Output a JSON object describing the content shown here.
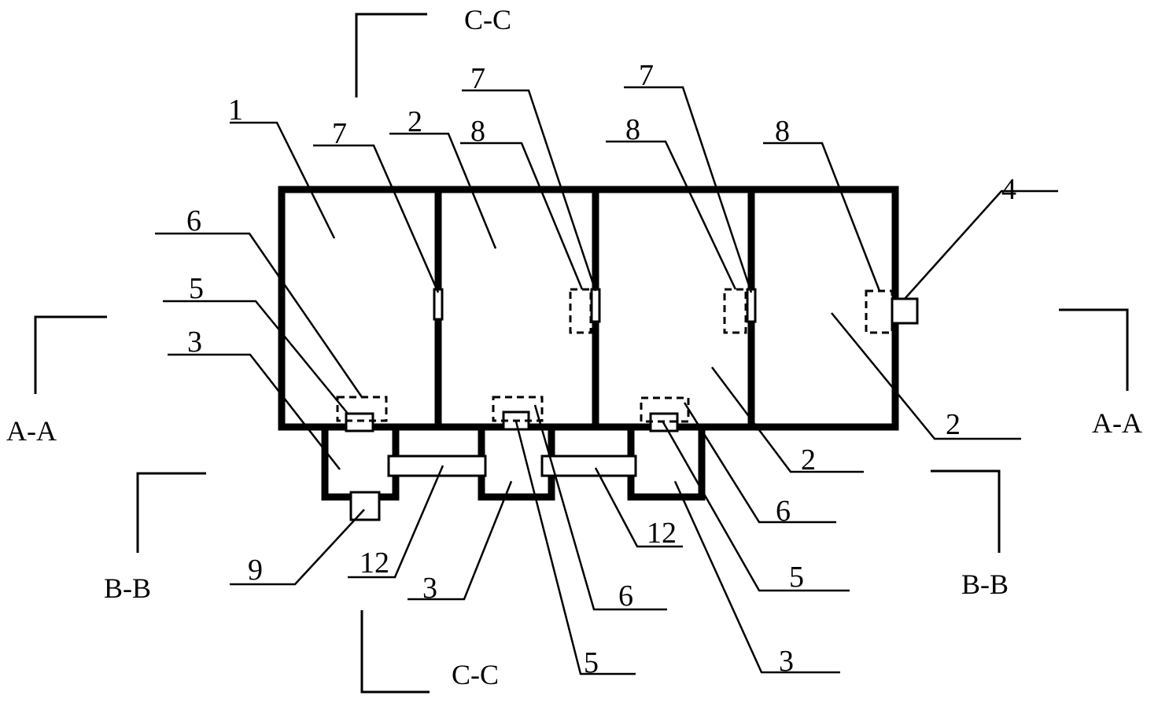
{
  "section_labels": {
    "a_left": "A-A",
    "a_right": "A-A",
    "b_left": "B-B",
    "b_right": "B-B",
    "c_top": "C-C",
    "c_bottom": "C-C"
  },
  "callouts": {
    "n1": "1",
    "n2a": "2",
    "n2b": "2",
    "n2c": "2",
    "n3a": "3",
    "n3b": "3",
    "n3c": "3",
    "n4": "4",
    "n5a": "5",
    "n5b": "5",
    "n5c": "5",
    "n6a": "6",
    "n6b": "6",
    "n6c": "6",
    "n7a": "7",
    "n7b": "7",
    "n7c": "7",
    "n8a": "8",
    "n8b": "8",
    "n8c": "8",
    "n9": "9",
    "n12a": "12",
    "n12b": "12"
  }
}
